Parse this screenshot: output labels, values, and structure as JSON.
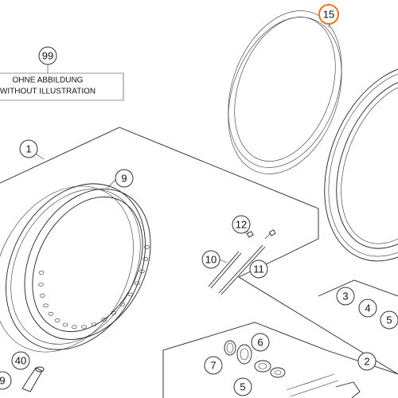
{
  "note": {
    "line1": "OHNE ABBILDUNG",
    "line2": "WITHOUT ILLUSTRATION"
  },
  "callouts": {
    "c99": "99",
    "c15": "15",
    "c1": "1",
    "c9": "9",
    "c12": "12",
    "c10": "10",
    "c11": "11",
    "c3": "3",
    "c4": "4",
    "c5a": "5",
    "c2": "2",
    "c6": "6",
    "c7": "7",
    "c5b": "5",
    "c40": "40",
    "c39": "9"
  },
  "colors": {
    "highlight": "#e8761e",
    "line": "#222222"
  }
}
